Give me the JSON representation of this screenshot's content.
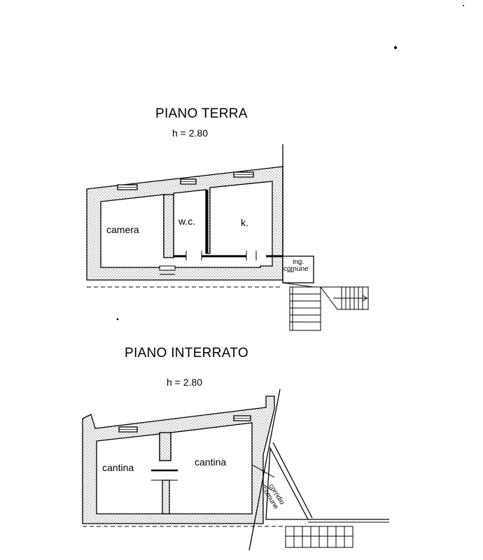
{
  "ground_floor": {
    "title": "PIANO TERRA",
    "height": "h = 2.80",
    "rooms": {
      "camera": "camera",
      "wc": "w.c.",
      "kitchen": "k."
    },
    "entrance": {
      "line1": "ing.",
      "line2": "comune"
    }
  },
  "basement": {
    "title": "PIANO INTERRATO",
    "height": "h = 2.80",
    "rooms": {
      "left": "cantina",
      "right": "cantina"
    },
    "corridor": {
      "line1": "corridio",
      "line2": "comune"
    }
  }
}
